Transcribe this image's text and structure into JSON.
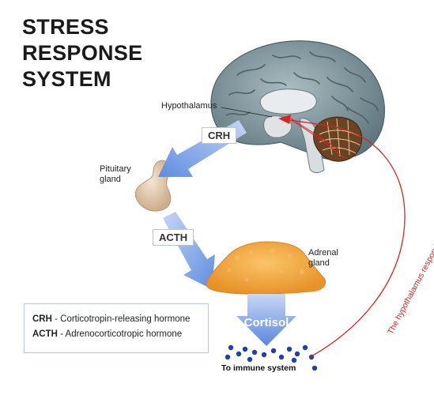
{
  "title": {
    "line1": "STRESS",
    "line2": "RESPONSE",
    "line3": "SYSTEM"
  },
  "labels": {
    "hypothalamus": "Hypothalamus",
    "pituitary_line1": "Pituitary",
    "pituitary_line2": "gland",
    "adrenal_line1": "Adrenal",
    "adrenal_line2": "gland",
    "crh": "CRH",
    "acth": "ACTH",
    "cortisol": "Cortisol",
    "immune": "To immune system",
    "feedback": "The hypothalamus responds to level of cortisol"
  },
  "legend": {
    "rows": [
      {
        "abbr": "CRH",
        "text": " - Corticotropin-releasing hormone"
      },
      {
        "abbr": "ACTH",
        "text": " - Adrenocorticotropic hormone"
      }
    ]
  },
  "colors": {
    "arrow_blue": "#6e97e0",
    "feedback_red": "#d62525",
    "brain_gray": "#7f959c",
    "adrenal_orange": "#f0a53c",
    "pituitary": "#e8d2b8",
    "dots_blue": "#1d3fb0"
  }
}
